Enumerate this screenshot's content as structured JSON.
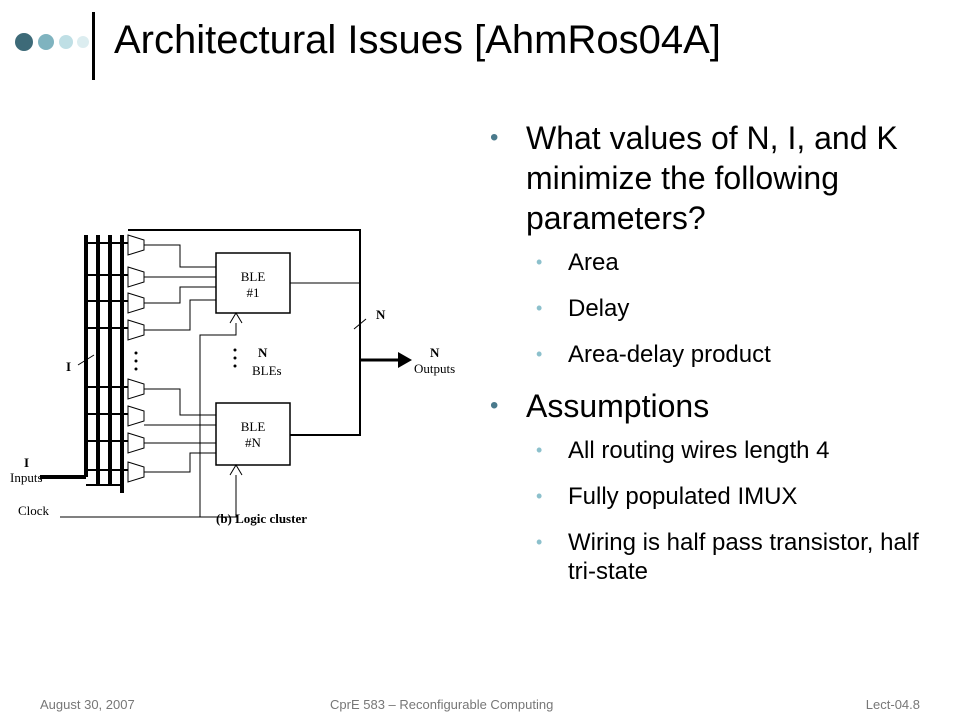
{
  "title": "Architectural Issues [AhmRos04A]",
  "colors": {
    "dot1": "#3d6a78",
    "dot2": "#7fb3bf",
    "dot3": "#bfdfe5",
    "bullet": "#4a7a8c",
    "sub_bullet": "#8cc0cc"
  },
  "bullets": [
    {
      "text": "What values of N, I, and K minimize the following parameters?",
      "subs": [
        "Area",
        "Delay",
        "Area-delay product"
      ]
    },
    {
      "text": "Assumptions",
      "subs": [
        "All routing wires length 4",
        "Fully populated IMUX",
        "Wiring is half pass transistor, half tri-state"
      ]
    }
  ],
  "figure": {
    "ble1": "BLE",
    "ble1_num": "#1",
    "blen": "BLE",
    "blen_num": "#N",
    "n_label": "N",
    "n_mid": "N",
    "bles": "BLEs",
    "n_out": "N",
    "outputs": "Outputs",
    "i_label": "I",
    "i_in": "I",
    "inputs": "Inputs",
    "clock": "Clock",
    "caption": "(b) Logic cluster"
  },
  "footer": {
    "date": "August 30, 2007",
    "course": "CprE 583 – Reconfigurable Computing",
    "lecture": "Lect-04.8"
  }
}
